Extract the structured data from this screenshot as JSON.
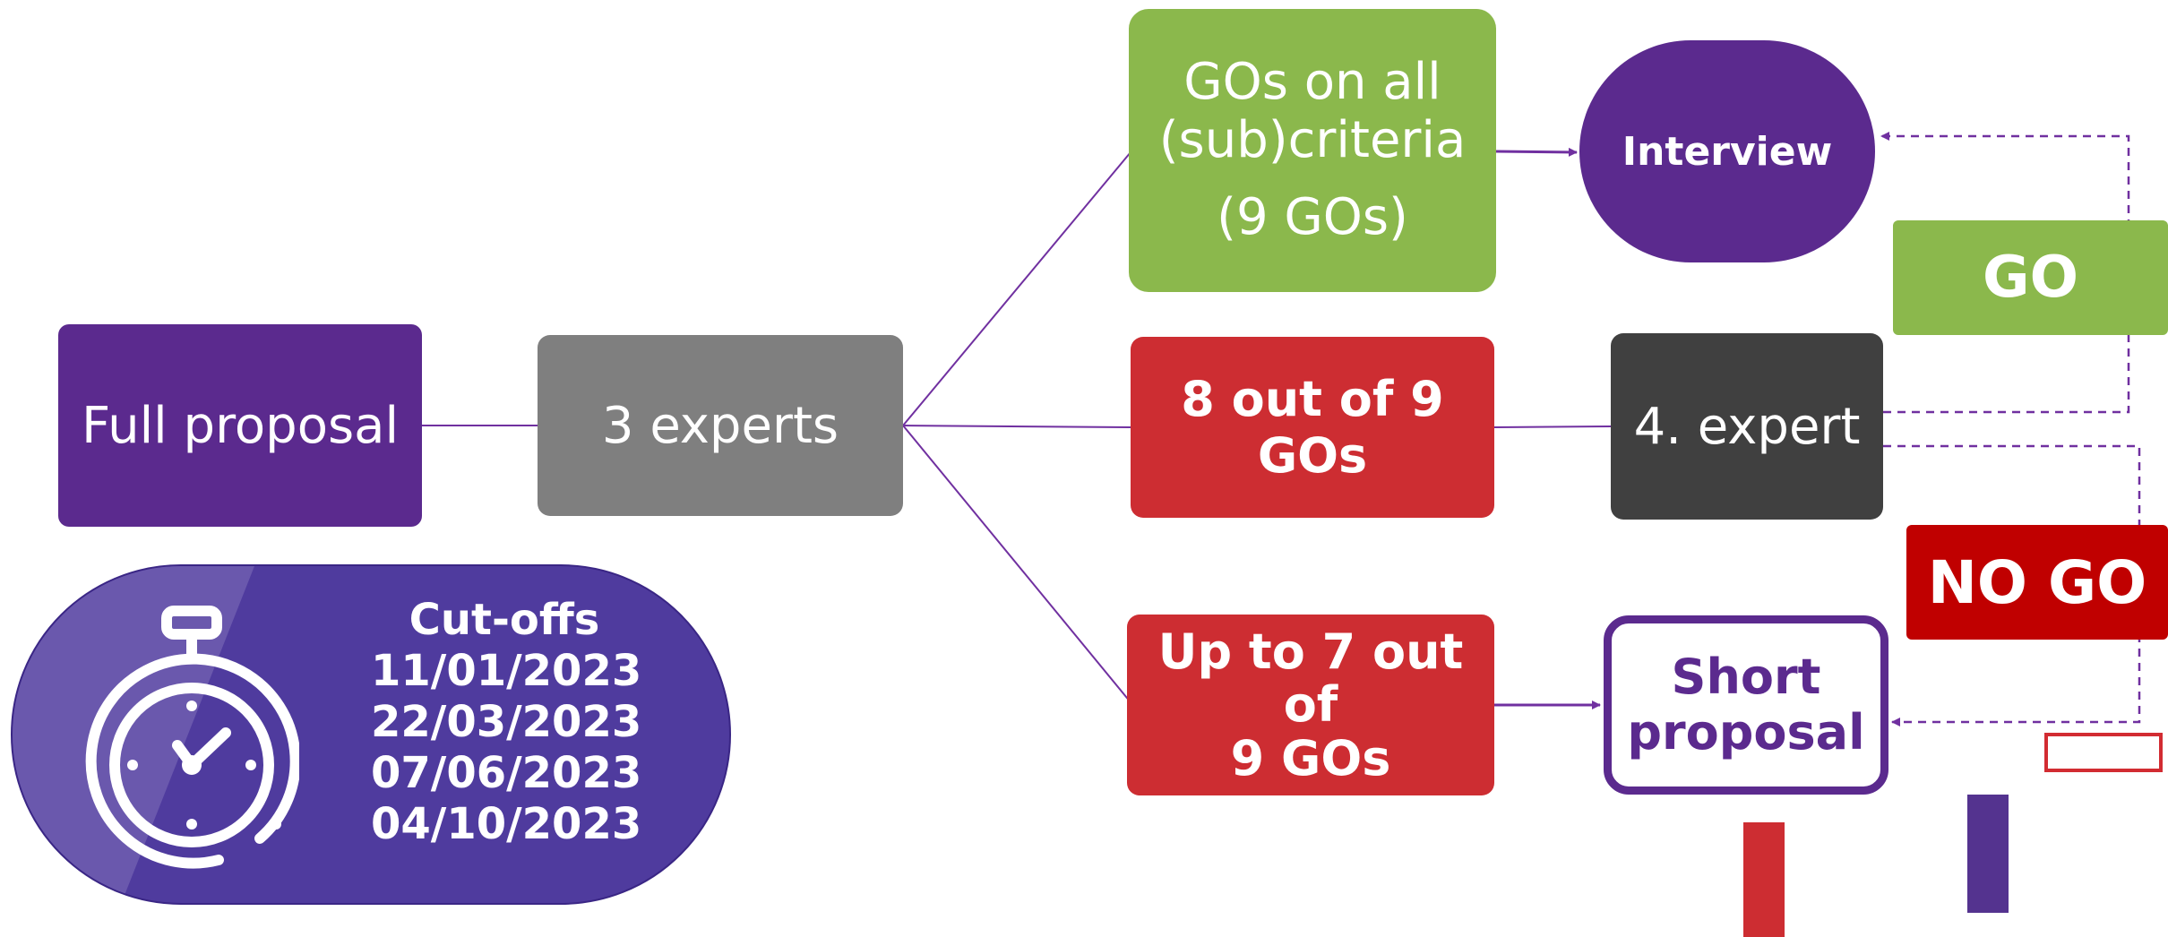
{
  "colors": {
    "purple": "#5b2a8e",
    "gray": "#7f7f7f",
    "green": "#8bb84c",
    "red": "#cd2d32",
    "dark_gray": "#404040",
    "dark_red": "#c00000",
    "cutoff_blue": "#4f3b9e",
    "connector": "#7030a0"
  },
  "nodes": {
    "full_proposal": "Full proposal",
    "experts": "3 experts",
    "all_gos": {
      "line1": "GOs on all",
      "line2": "(sub)criteria",
      "line3": "(9 GOs)"
    },
    "eight_of_nine": "8 out of 9 GOs",
    "up_to_seven": {
      "line1": "Up to 7 out of",
      "line2": "9 GOs"
    },
    "interview": "Interview",
    "fourth_expert": "4. expert",
    "short_proposal": {
      "line1": "Short",
      "line2": "proposal"
    },
    "go": "GO",
    "no_go": "NO GO"
  },
  "cutoffs": {
    "icon": "stopwatch-icon",
    "title": "Cut-offs",
    "dates": [
      "11/01/2023",
      "22/03/2023",
      "07/06/2023",
      "04/10/2023"
    ]
  }
}
